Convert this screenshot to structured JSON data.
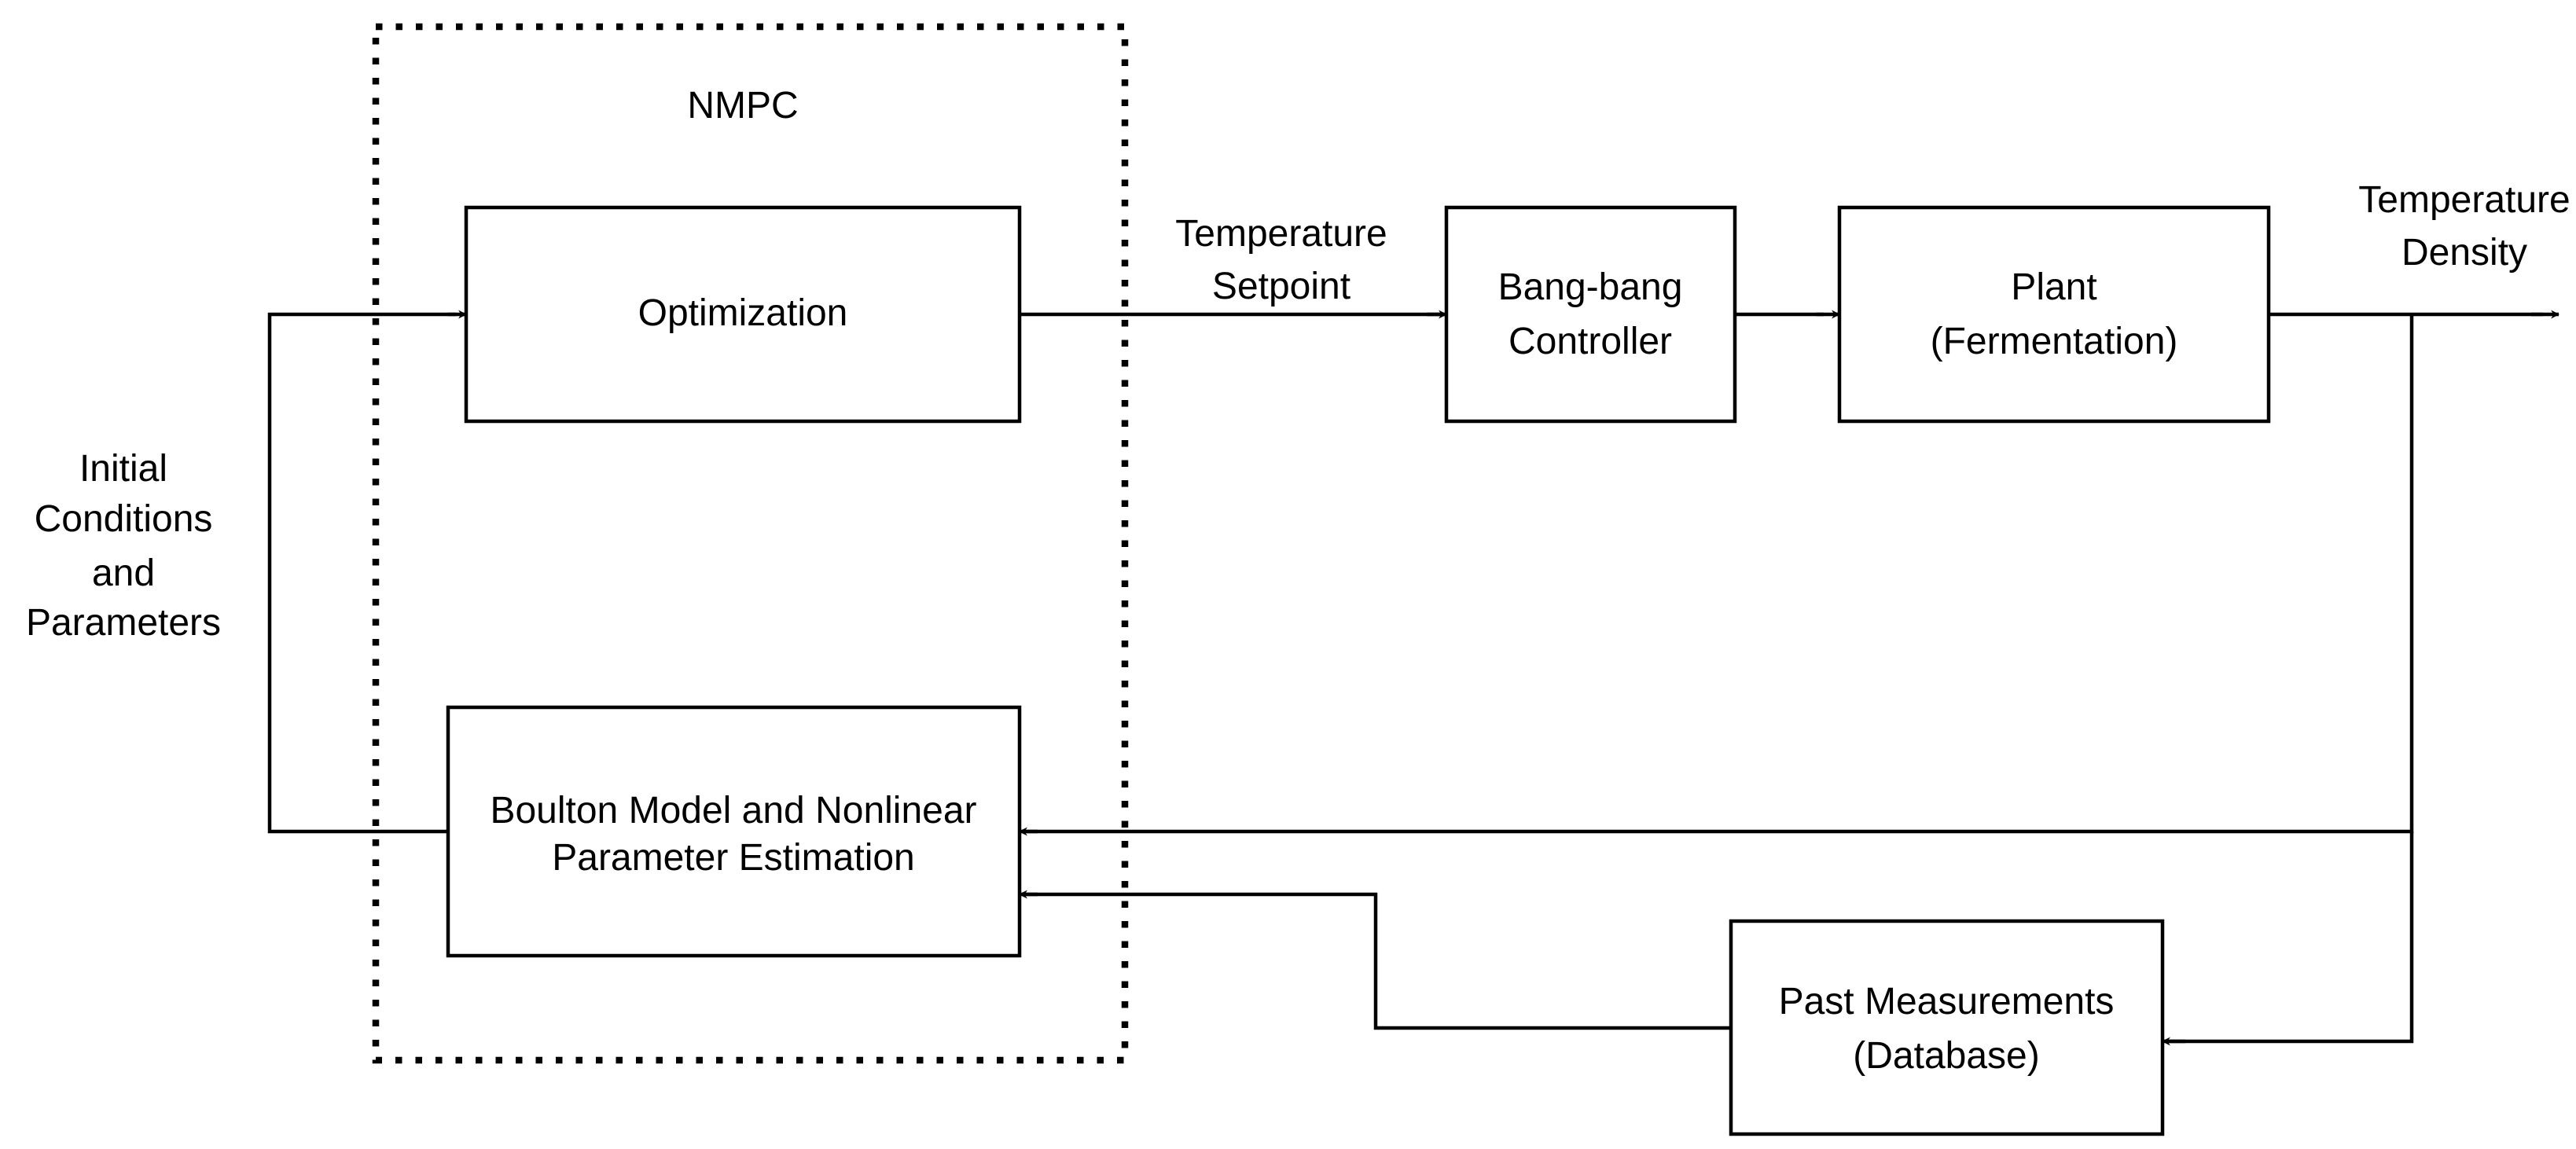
{
  "group": {
    "label": "NMPC"
  },
  "blocks": {
    "optimization": {
      "lines": [
        "Optimization"
      ]
    },
    "boulton_model": {
      "lines": [
        "Boulton Model and Nonlinear",
        "Parameter Estimation"
      ]
    },
    "bang_bang": {
      "lines": [
        "Bang-bang",
        "Controller"
      ]
    },
    "plant": {
      "lines": [
        "Plant",
        "(Fermentation)"
      ]
    },
    "past_measurements": {
      "lines": [
        "Past Measurements",
        "(Database)"
      ]
    }
  },
  "signals": {
    "setpoint": {
      "lines": [
        "Temperature",
        "Setpoint"
      ]
    },
    "output": {
      "lines": [
        "Temperature",
        "Density"
      ]
    },
    "initial": {
      "lines": [
        "Initial",
        "Conditions",
        "and",
        "Parameters"
      ]
    }
  }
}
